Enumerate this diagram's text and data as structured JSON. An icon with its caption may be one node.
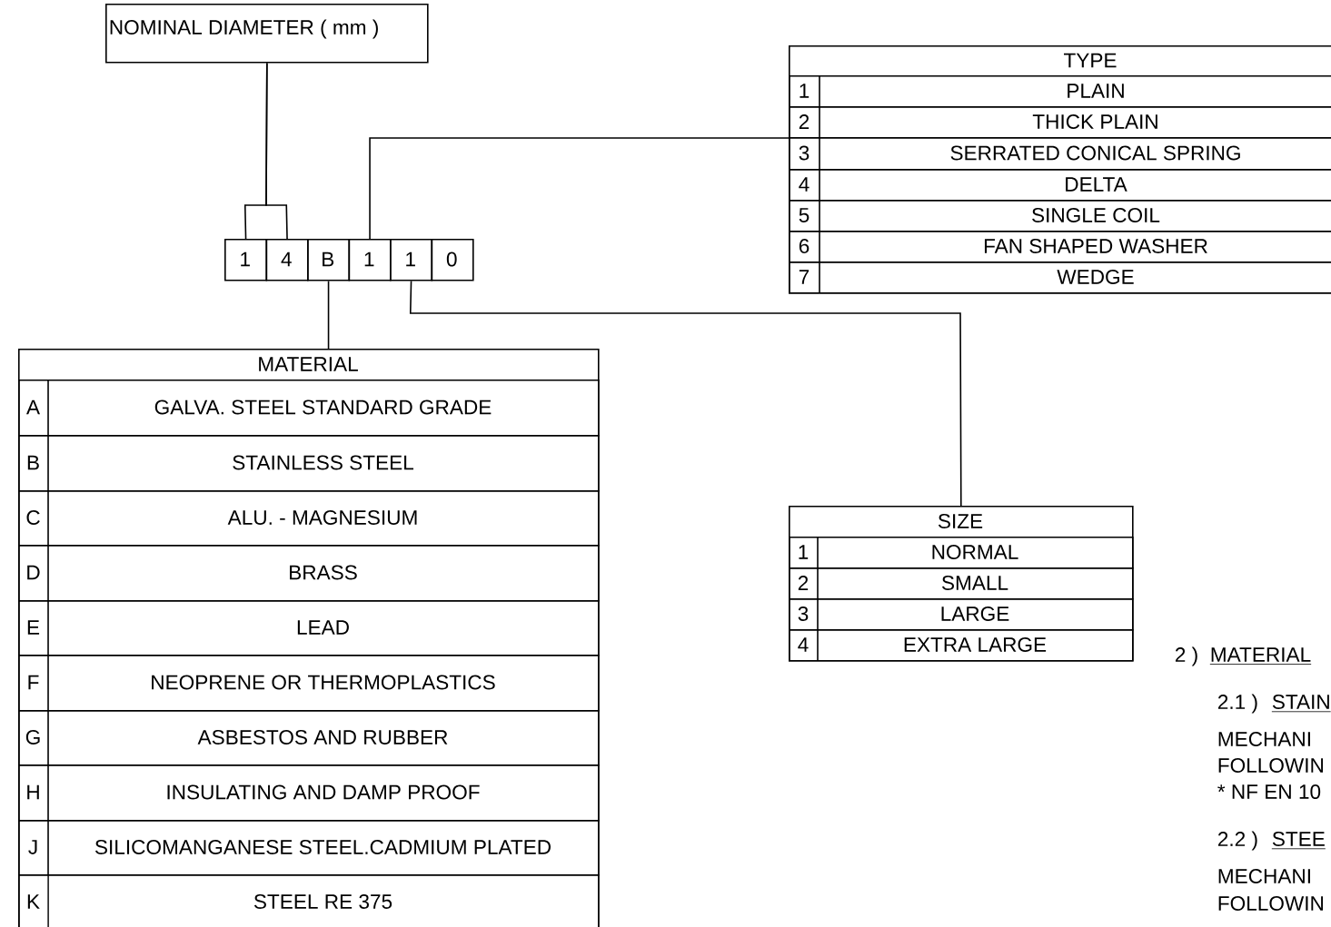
{
  "diagram": {
    "nodes": [
      {
        "text": [
          "NOMINAL DIAMETER ( mm )"
        ]
      },
      {
        "text": [
          "1"
        ]
      },
      {
        "text": [
          "4"
        ]
      },
      {
        "text": [
          "B"
        ]
      },
      {
        "text": [
          "1"
        ]
      },
      {
        "text": [
          "1"
        ]
      },
      {
        "text": [
          "0"
        ]
      },
      {
        "text": [
          "TYPE"
        ]
      },
      {
        "text": [
          "1",
          "PLAIN"
        ],
        "in": 7
      },
      {
        "text": [
          "2",
          "THICK PLAIN"
        ],
        "in": 7
      },
      {
        "text": [
          "3",
          "SERRATED CONICAL SPRING"
        ],
        "in": 7
      },
      {
        "text": [
          "4",
          "DELTA"
        ],
        "in": 7
      },
      {
        "text": [
          "5",
          "SINGLE COIL"
        ],
        "in": 7
      },
      {
        "text": [
          "6",
          "FAN SHAPED WASHER"
        ],
        "in": 7
      },
      {
        "text": [
          "7",
          "WEDGE"
        ],
        "in": 7
      },
      {
        "text": [
          "MATERIAL"
        ]
      },
      {
        "text": [
          "A",
          "GALVA. STEEL STANDARD GRADE"
        ],
        "in": 15
      },
      {
        "text": [
          "B",
          "STAINLESS STEEL"
        ],
        "in": 15
      },
      {
        "text": [
          "C",
          "ALU. - MAGNESIUM"
        ],
        "in": 15
      },
      {
        "text": [
          "D",
          "BRASS"
        ],
        "in": 15
      },
      {
        "text": [
          "E",
          "LEAD"
        ],
        "in": 15
      },
      {
        "text": [
          "F",
          "NEOPRENE OR THERMOPLASTICS"
        ],
        "in": 15
      },
      {
        "text": [
          "G",
          "ASBESTOS AND RUBBER"
        ],
        "in": 15
      },
      {
        "text": [
          "H",
          "INSULATING AND DAMP PROOF"
        ],
        "in": 15
      },
      {
        "text": [
          "J",
          "SILICOMANGANESE STEEL.CADMIUM PLATED"
        ],
        "in": 15
      },
      {
        "text": [
          "K",
          "STEEL RE 375"
        ],
        "in": 15
      },
      {
        "text": [
          "SIZE"
        ]
      },
      {
        "text": [
          "1",
          "NORMAL"
        ],
        "in": 26
      },
      {
        "text": [
          "2",
          "SMALL"
        ],
        "in": 26
      },
      {
        "text": [
          "3",
          "LARGE"
        ],
        "in": 26
      },
      {
        "text": [
          "4",
          "EXTRA LARGE"
        ],
        "in": 26
      }
    ],
    "edges": [
      {
        "from": 0,
        "to": 1,
        "arrow": "none"
      },
      {
        "from": 0,
        "to": 2,
        "arrow": "none"
      },
      {
        "from": 4,
        "to": 7,
        "arrow": "none"
      },
      {
        "from": 3,
        "to": 15,
        "arrow": "none"
      },
      {
        "from": 5,
        "to": 26,
        "arrow": "none"
      }
    ],
    "labels": [
      "2 )",
      "MATERIAL",
      "2.1 )",
      "STAIN",
      "MECHANI",
      "FOLLOWIN",
      "* NF EN 10",
      "2.2 )",
      "STEE",
      "MECHANI",
      "FOLLOWIN"
    ]
  }
}
